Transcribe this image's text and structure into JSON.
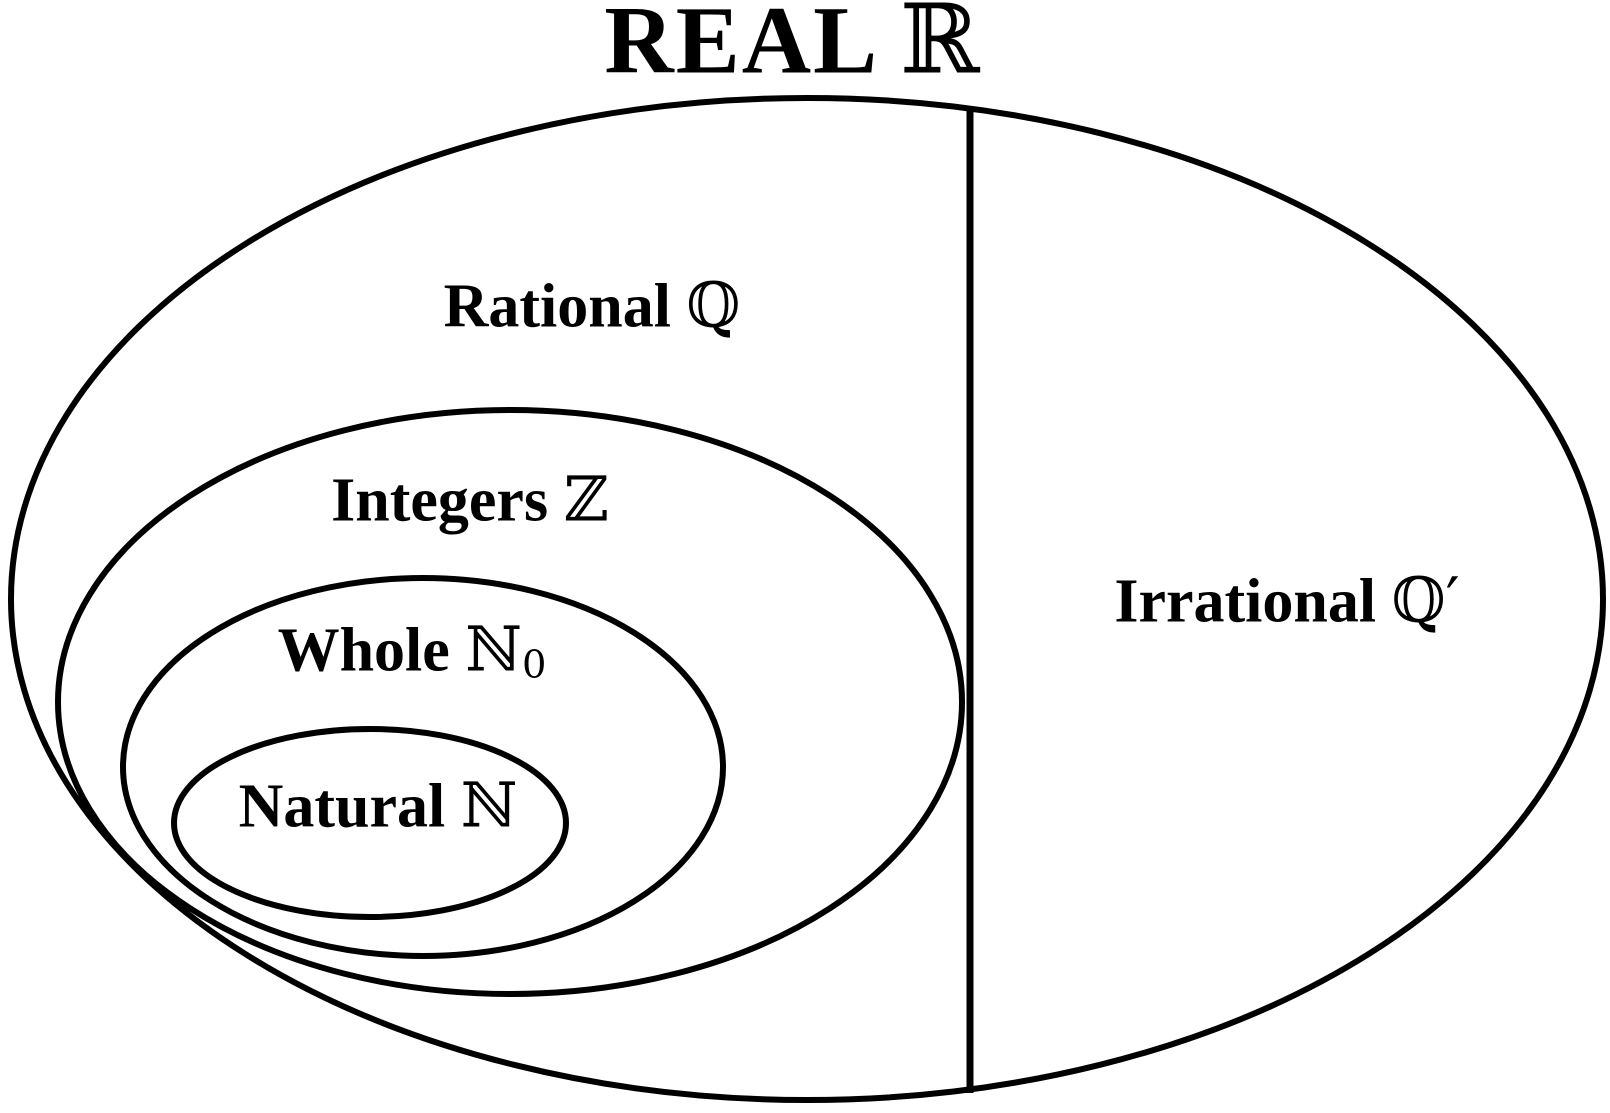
{
  "colors": {
    "ink": "#000000",
    "background": "#ffffff"
  },
  "title": {
    "text": "REAL",
    "symbol": "ℝ"
  },
  "regions": {
    "rational": {
      "label": "Rational",
      "symbol": "ℚ"
    },
    "irrational": {
      "label": "Irrational",
      "symbol": "ℚ′"
    },
    "integers": {
      "label": "Integers",
      "symbol": "ℤ"
    },
    "whole": {
      "label": "Whole",
      "symbol": "ℕ",
      "subscript": "0"
    },
    "natural": {
      "label": "Natural",
      "symbol": "ℕ"
    }
  }
}
